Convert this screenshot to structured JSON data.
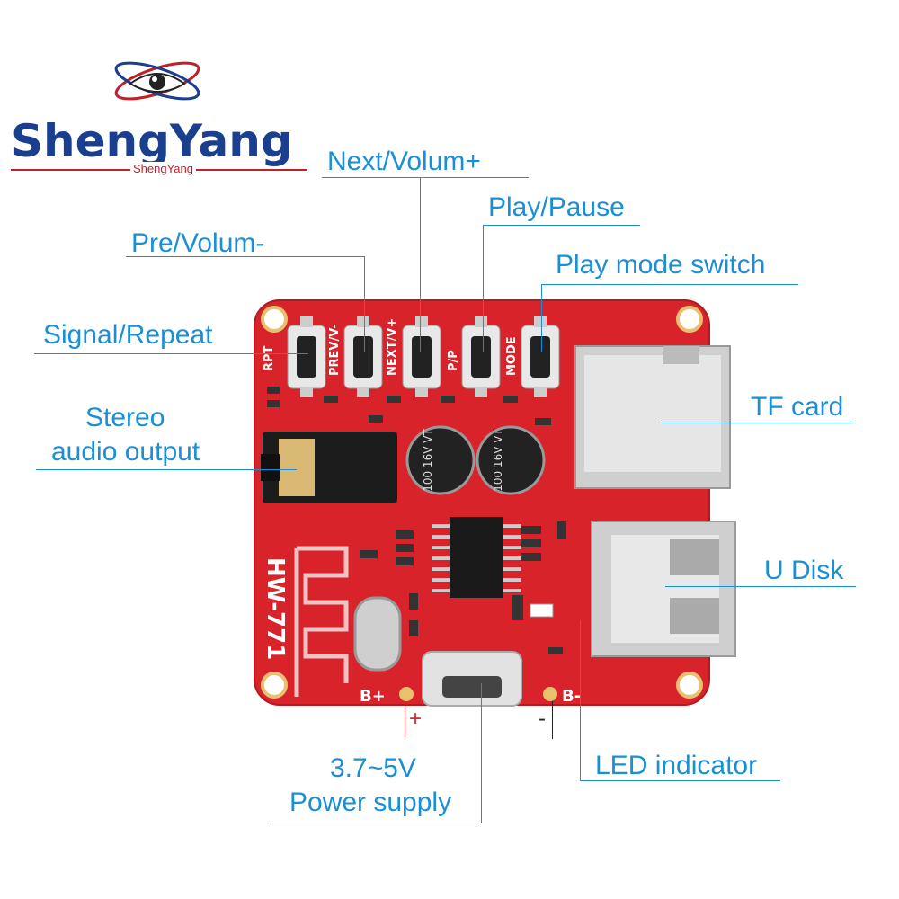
{
  "brand": {
    "name": "ShengYang",
    "sub": "ShengYang"
  },
  "board": {
    "model": "HW-771",
    "buttons": [
      "RPT",
      "PREV/V-",
      "NEXT/V+",
      "P/P",
      "MODE"
    ],
    "capacitor_label": "100 16V VT",
    "pins": {
      "positive": "B+",
      "negative": "B-"
    }
  },
  "labels": {
    "next_volume_up": "Next/Volum+",
    "play_pause": "Play/Pause",
    "prev_volume_down": "Pre/Volum-",
    "play_mode_switch": "Play mode switch",
    "signal_repeat": "Signal/Repeat",
    "stereo_line1": "Stereo",
    "stereo_line2": "audio output",
    "tf_card": "TF card",
    "u_disk": "U Disk",
    "led_indicator": "LED indicator",
    "voltage": "3.7~5V",
    "power_supply": "Power supply",
    "plus": "+",
    "minus": "-"
  },
  "colors": {
    "label": "#1a8fd6",
    "pcb": "#d8232a",
    "brand_blue": "#1b3f8f",
    "brand_red": "#c0202a"
  }
}
